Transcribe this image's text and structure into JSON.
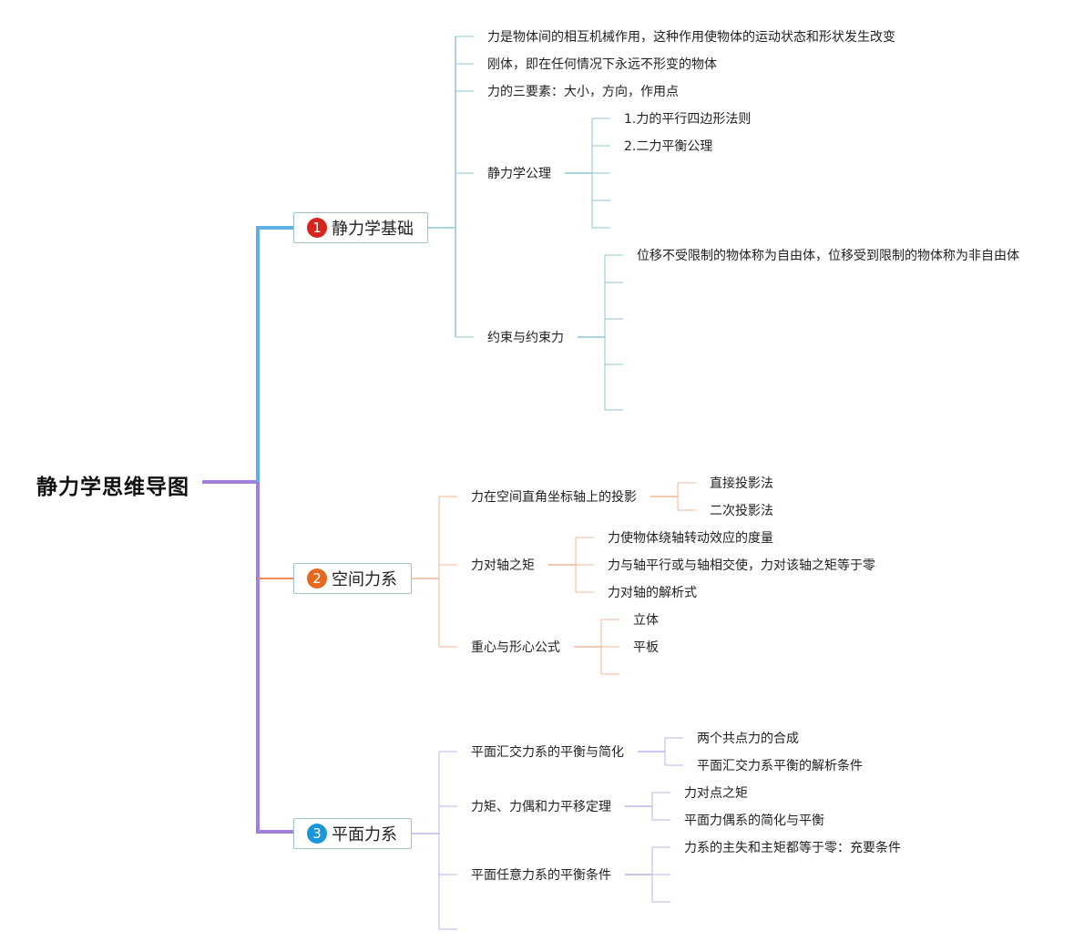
{
  "root": "静力学思维导图",
  "branches": [
    {
      "num": "1",
      "label": "静力学基础",
      "color": "#5fb0e6",
      "line_color": "#8ec7d6",
      "items": [
        {
          "label": "力是物体间的相互机械作用，这种作用使物体的运动状态和形状发生改变"
        },
        {
          "label": "刚体，即在任何情况下永远不形变的物体"
        },
        {
          "label": "力的三要素：大小，方向，作用点"
        },
        {
          "label": "静力学公理",
          "children": [
            "1.力的平行四边形法则",
            "2.二力平衡公理",
            "",
            "",
            ""
          ]
        },
        {
          "label": "约束与约束力",
          "children": [
            "位移不受限制的物体称为自由体，位移受到限制的物体称为非自由体",
            "",
            "",
            "",
            ""
          ]
        }
      ]
    },
    {
      "num": "2",
      "label": "空间力系",
      "color": "#f0875a",
      "line_color": "#f2b795",
      "items": [
        {
          "label": "力在空间直角坐标轴上的投影",
          "children": [
            "直接投影法",
            "二次投影法"
          ]
        },
        {
          "label": "力对轴之矩",
          "children": [
            "力使物体绕轴转动效应的度量",
            "力与轴平行或与轴相交使，力对该轴之矩等于零",
            "力对轴的解析式"
          ]
        },
        {
          "label": "重心与形心公式",
          "children": [
            "立体",
            "平板",
            ""
          ]
        }
      ]
    },
    {
      "num": "3",
      "label": "平面力系",
      "color": "#a07fe0",
      "line_color": "#c3b2ea",
      "items": [
        {
          "label": "平面汇交力系的平衡与简化",
          "children": [
            "两个共点力的合成",
            "平面汇交力系平衡的解析条件"
          ]
        },
        {
          "label": "力矩、力偶和力平移定理",
          "children": [
            "力对点之矩",
            "平面力偶系的简化与平衡"
          ]
        },
        {
          "label": "平面任意力系的平衡条件",
          "children": [
            "力系的主失和主矩都等于零：充要条件",
            "",
            ""
          ]
        },
        {
          "label": ""
        }
      ]
    }
  ]
}
